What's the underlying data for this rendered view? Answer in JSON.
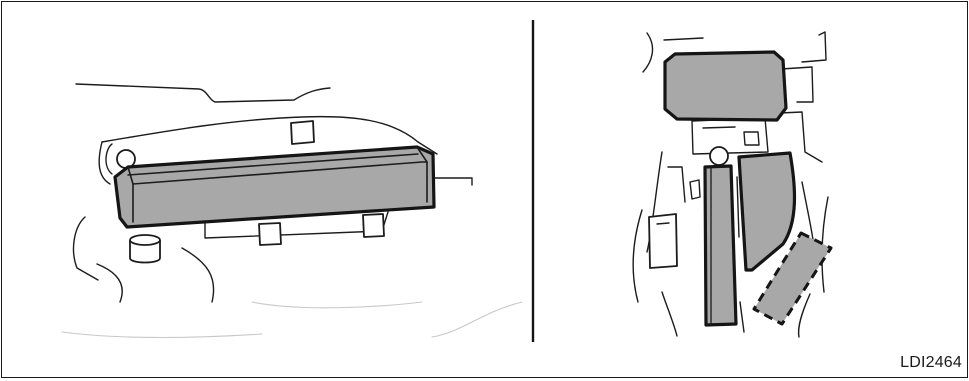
{
  "figure": {
    "code": "LDI2464",
    "panels": [
      {
        "name": "left",
        "subject": "glove-box-mounted-unit"
      },
      {
        "name": "right",
        "subject": "center-console-units"
      }
    ],
    "colors": {
      "highlight": "#a8a8a8",
      "line": "#1a1a1a",
      "background": "#ffffff"
    }
  }
}
